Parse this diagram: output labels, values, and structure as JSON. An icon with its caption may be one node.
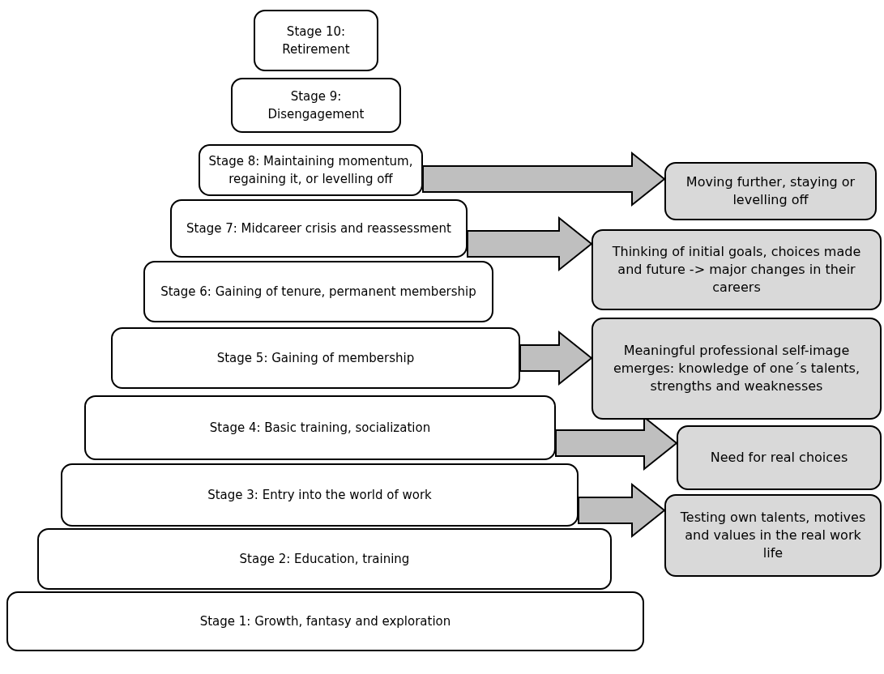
{
  "diagram": {
    "nodes": [
      {
        "text": [
          "Stage 10: Retirement"
        ]
      },
      {
        "text": [
          "Stage 9: Disengagement"
        ]
      },
      {
        "text": [
          "Stage 8: Maintaining momentum, regaining it, or levelling off"
        ]
      },
      {
        "text": [
          "Stage 7: Midcareer crisis and reassessment"
        ]
      },
      {
        "text": [
          "Stage 6: Gaining of tenure, permanent membership"
        ]
      },
      {
        "text": [
          "Stage 5: Gaining of membership"
        ]
      },
      {
        "text": [
          "Stage 4: Basic training, socialization"
        ]
      },
      {
        "text": [
          "Stage 3: Entry into the world of work"
        ]
      },
      {
        "text": [
          "Stage 2: Education, training"
        ]
      },
      {
        "text": [
          "Stage 1: Growth, fantasy and exploration"
        ]
      },
      {
        "text": [
          "Moving further, staying or levelling off"
        ]
      },
      {
        "text": [
          "Thinking of initial goals, choices made and future -> major changes in their careers"
        ]
      },
      {
        "text": [
          "Meaningful professional self-image emerges: knowledge of one´s talents, strengths and weaknesses"
        ]
      },
      {
        "text": [
          "Need for real choices"
        ]
      },
      {
        "text": [
          "Testing own talents, motives and values in the real work life"
        ]
      }
    ],
    "edges": [
      {
        "from": 2,
        "to": 10,
        "arrow": "to",
        "style": "thick"
      },
      {
        "from": 3,
        "to": 11,
        "arrow": "to",
        "style": "thick"
      },
      {
        "from": 5,
        "to": 12,
        "arrow": "to",
        "style": "thick"
      },
      {
        "from": 6,
        "to": 13,
        "arrow": "to",
        "style": "thick"
      },
      {
        "from": 7,
        "to": 14,
        "arrow": "to",
        "style": "thick"
      }
    ]
  }
}
